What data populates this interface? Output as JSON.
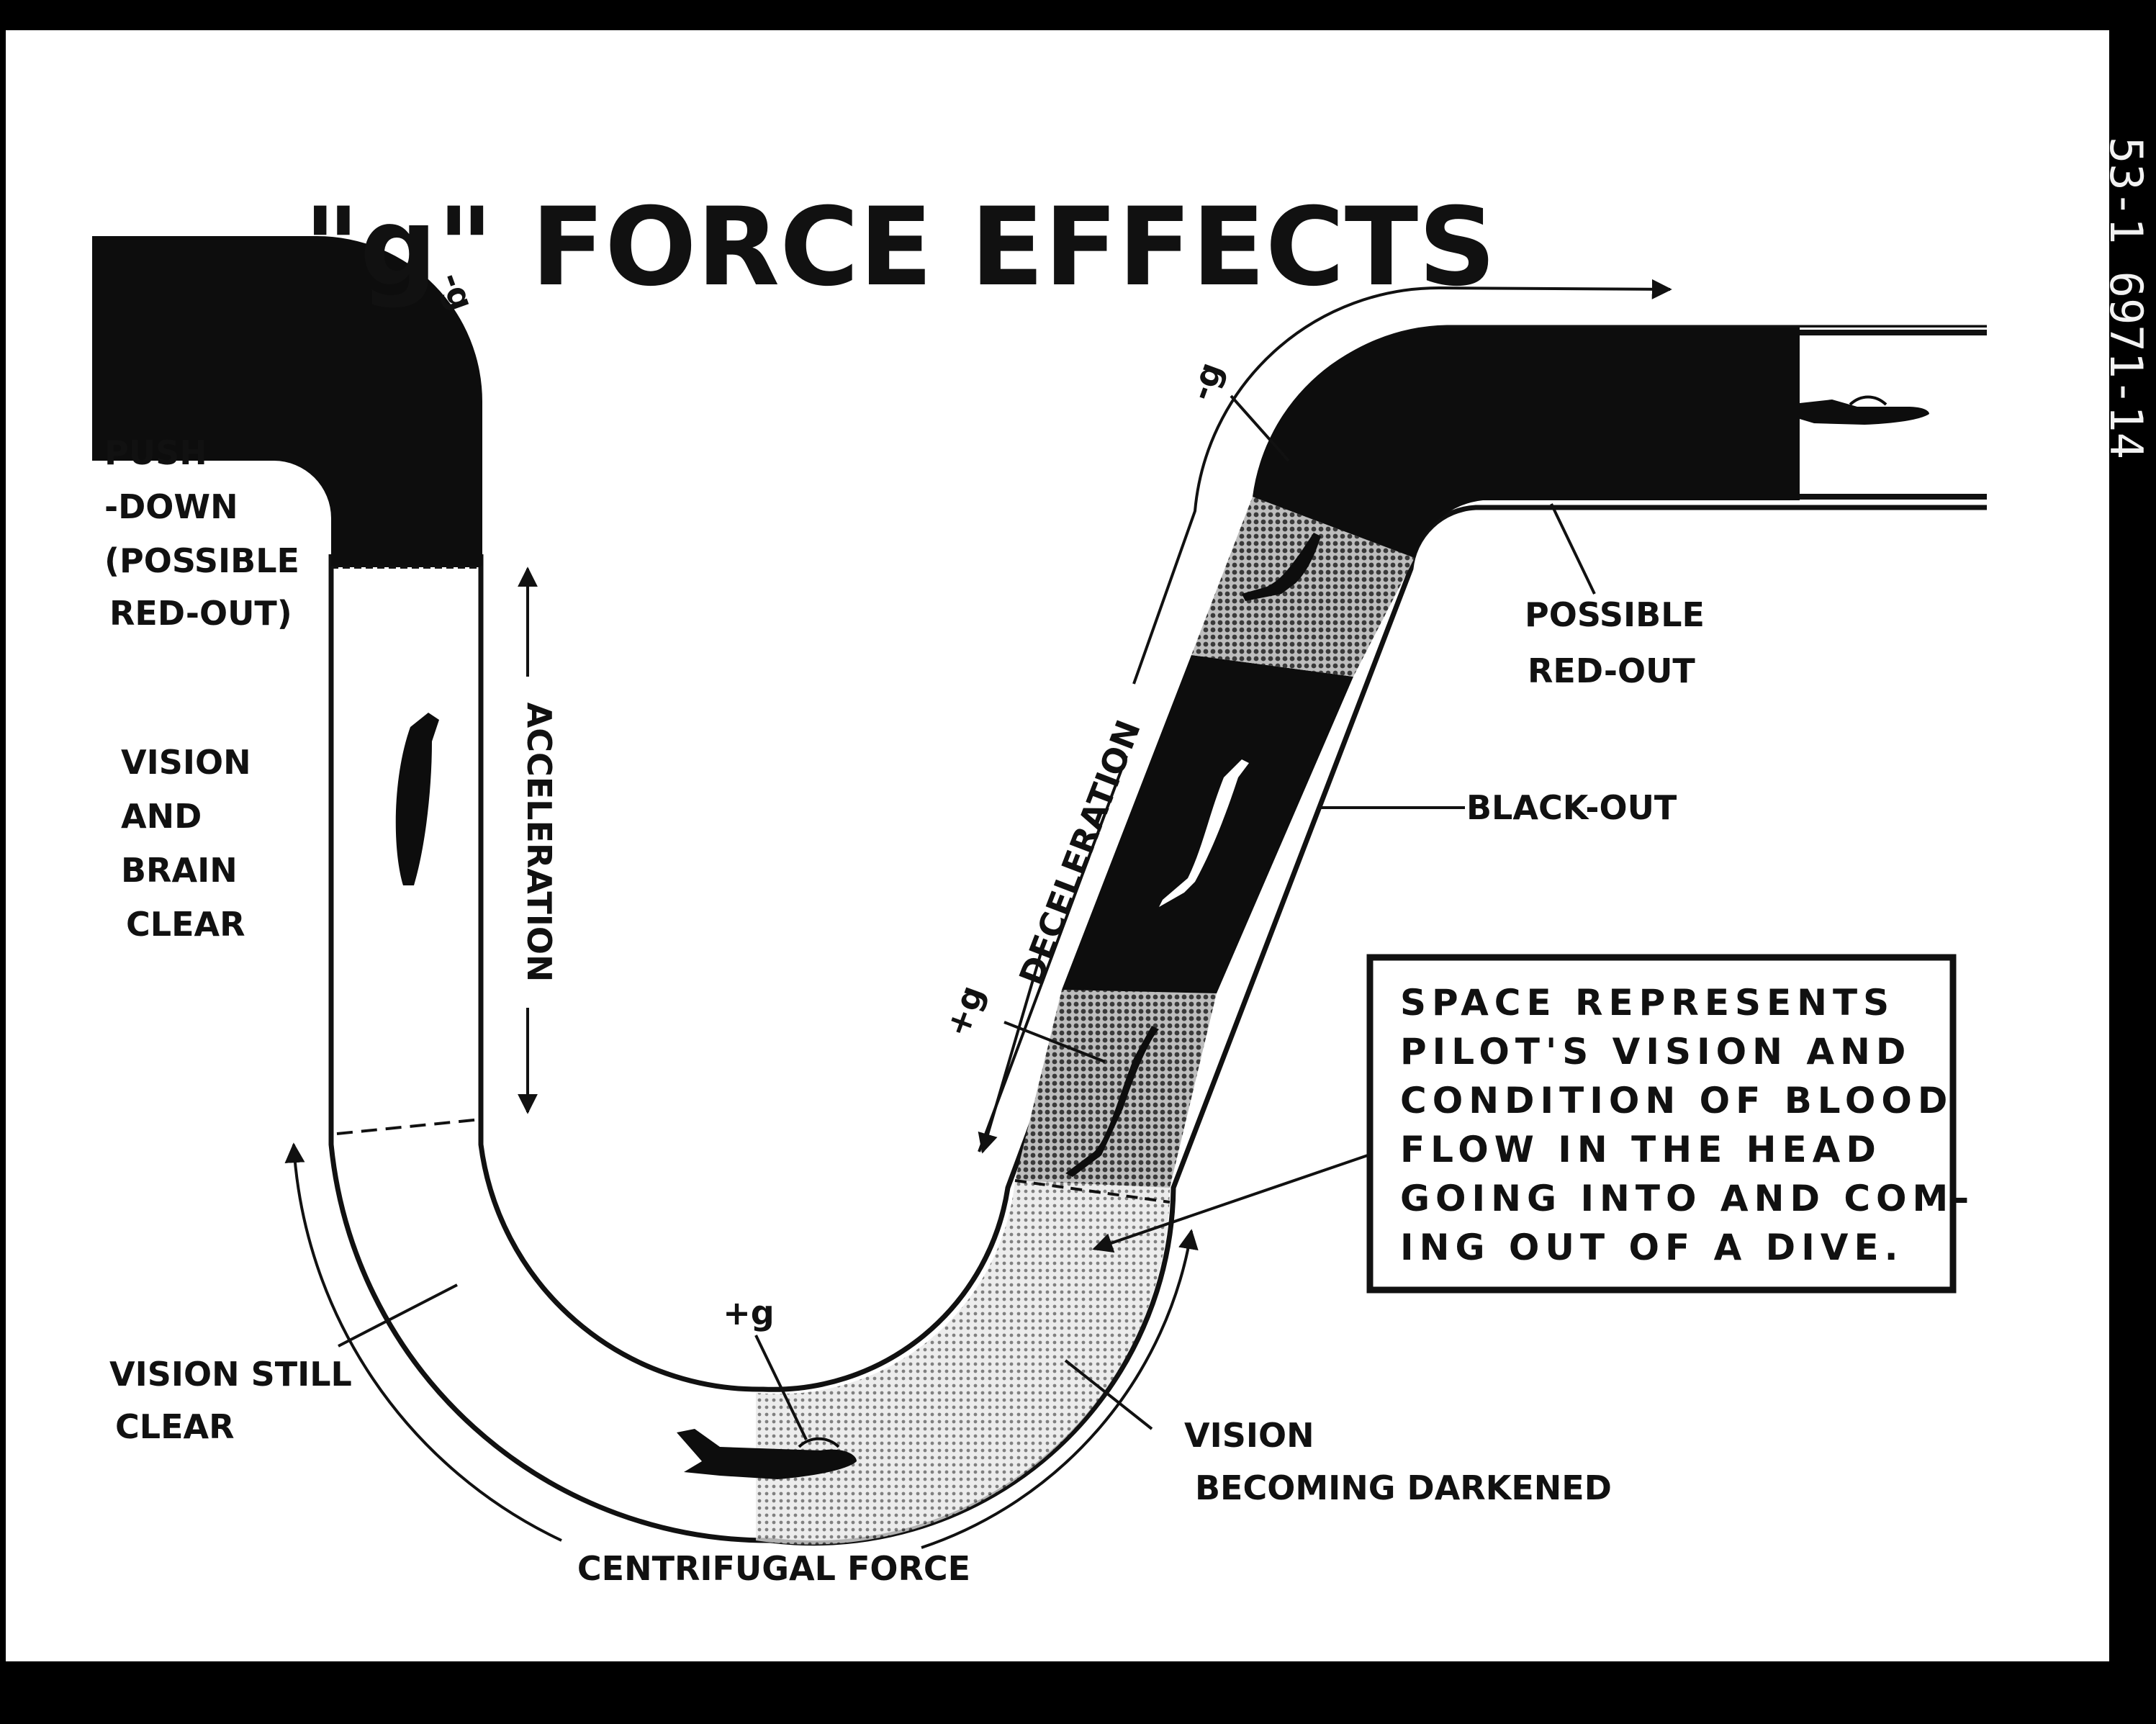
{
  "title": "\"g\" FORCE EFFECTS",
  "stamp": "53-1 6971-14",
  "labels": {
    "push_down": [
      "PUSH",
      "-DOWN",
      "(POSSIBLE",
      "RED-OUT)"
    ],
    "vision_brain_clear": [
      "VISION",
      "AND",
      "BRAIN",
      "CLEAR"
    ],
    "vision_still_clear": [
      "VISION STILL",
      "CLEAR"
    ],
    "centrifugal_force": "CENTRIFUGAL FORCE",
    "vision_darkened": [
      "VISION",
      "BECOMING DARKENED"
    ],
    "black_out": "BLACK-OUT",
    "possible_red_out": [
      "POSSIBLE",
      "RED-OUT"
    ],
    "acceleration": "ACCELERATION",
    "deceleration": "DECELERATION",
    "g_marks": {
      "neg_top_left": "-g",
      "neg_top_right": "-g",
      "pos_mid": "+g",
      "pos_bottom": "+g"
    }
  },
  "info_box": {
    "lines": [
      "SPACE REPRESENTS",
      "PILOT'S VISION AND",
      "CONDITION OF BLOOD",
      "FLOW IN THE HEAD",
      "GOING INTO AND COM-",
      "ING OUT OF A DIVE."
    ]
  },
  "colors": {
    "background": "#ffffff",
    "ink": "#111111",
    "frame": "#000000"
  }
}
